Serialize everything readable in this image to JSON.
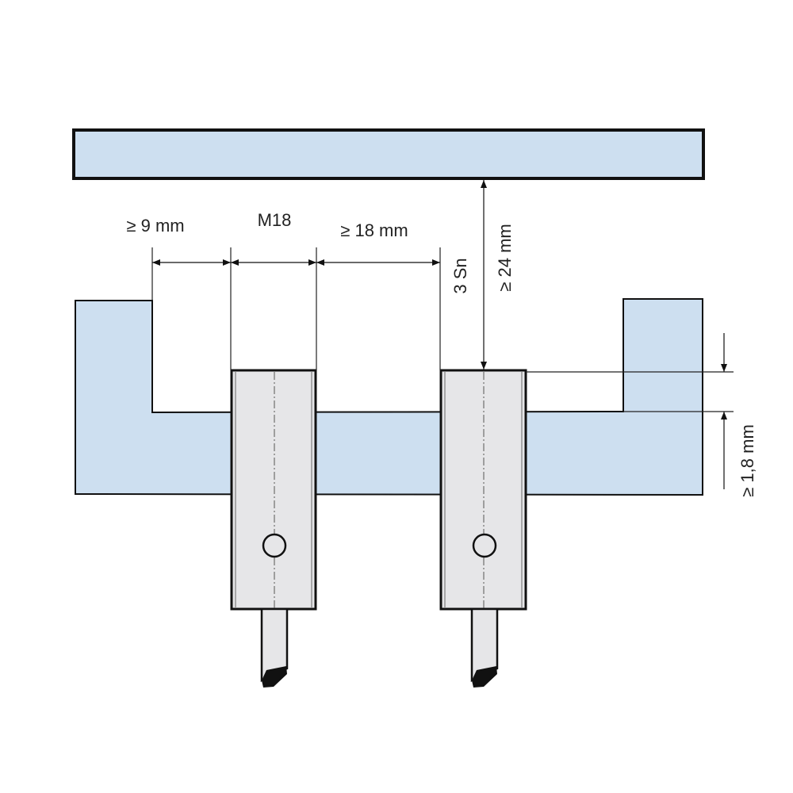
{
  "colors": {
    "mount": "#cddff0",
    "sensor_body": "#e6e6e8",
    "outline": "#111111",
    "dim_line": "#222222",
    "background": "#ffffff"
  },
  "labels": {
    "gap_left": "≥ 9 mm",
    "thread_size": "M18",
    "gap_between": "≥ 18 mm",
    "sensing_distance": "3 Sn",
    "gap_target": "≥ 24 mm",
    "protrusion": "≥ 1,8 mm"
  },
  "icons": {
    "sensor_indicator": "led-circle-icon",
    "cable": "cable-icon"
  }
}
